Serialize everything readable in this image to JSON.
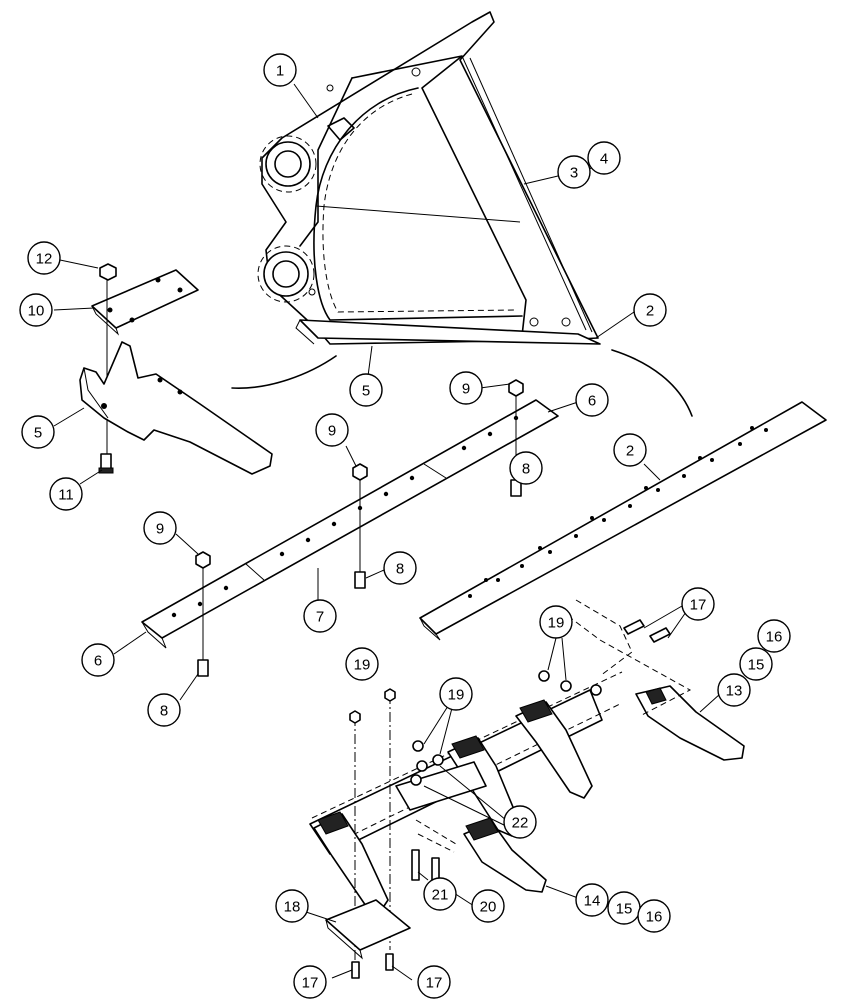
{
  "diagram": {
    "callouts": [
      {
        "id": "c1",
        "label": "1"
      },
      {
        "id": "c2a",
        "label": "2"
      },
      {
        "id": "c3",
        "label": "3"
      },
      {
        "id": "c4",
        "label": "4"
      },
      {
        "id": "c5a",
        "label": "5"
      },
      {
        "id": "c5b",
        "label": "5"
      },
      {
        "id": "c12",
        "label": "12"
      },
      {
        "id": "c10",
        "label": "10"
      },
      {
        "id": "c11",
        "label": "11"
      },
      {
        "id": "c9a",
        "label": "9"
      },
      {
        "id": "c9b",
        "label": "9"
      },
      {
        "id": "c9c",
        "label": "9"
      },
      {
        "id": "c6a",
        "label": "6"
      },
      {
        "id": "c6b",
        "label": "6"
      },
      {
        "id": "c8a",
        "label": "8"
      },
      {
        "id": "c8b",
        "label": "8"
      },
      {
        "id": "c8c",
        "label": "8"
      },
      {
        "id": "c7",
        "label": "7"
      },
      {
        "id": "c2b",
        "label": "2"
      },
      {
        "id": "c17a",
        "label": "17"
      },
      {
        "id": "c19a",
        "label": "19"
      },
      {
        "id": "c16a",
        "label": "16"
      },
      {
        "id": "c15a",
        "label": "15"
      },
      {
        "id": "c13",
        "label": "13"
      },
      {
        "id": "c19b",
        "label": "19"
      },
      {
        "id": "c19c",
        "label": "19"
      },
      {
        "id": "c22",
        "label": "22"
      },
      {
        "id": "c18",
        "label": "18"
      },
      {
        "id": "c21",
        "label": "21"
      },
      {
        "id": "c20",
        "label": "20"
      },
      {
        "id": "c14",
        "label": "14"
      },
      {
        "id": "c15b",
        "label": "15"
      },
      {
        "id": "c16b",
        "label": "16"
      },
      {
        "id": "c17b",
        "label": "17"
      },
      {
        "id": "c17c",
        "label": "17"
      }
    ]
  }
}
